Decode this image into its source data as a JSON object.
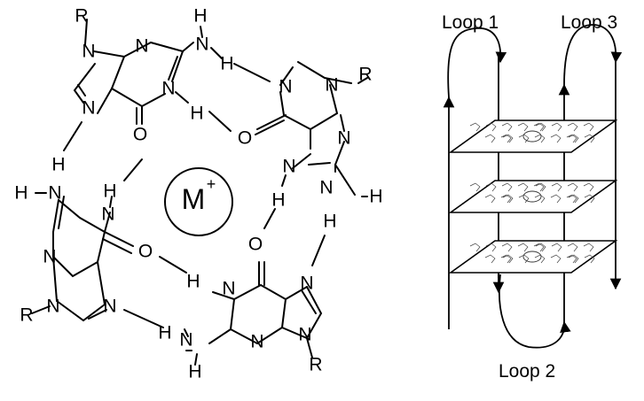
{
  "diagram": {
    "atoms": {
      "R": "R",
      "N": "N",
      "H": "H",
      "O": "O"
    },
    "metal_ion": "M",
    "metal_charge": "+",
    "topology": {
      "loops": [
        {
          "label": "Loop 1"
        },
        {
          "label": "Loop 3"
        },
        {
          "label": "Loop 2"
        }
      ]
    }
  }
}
